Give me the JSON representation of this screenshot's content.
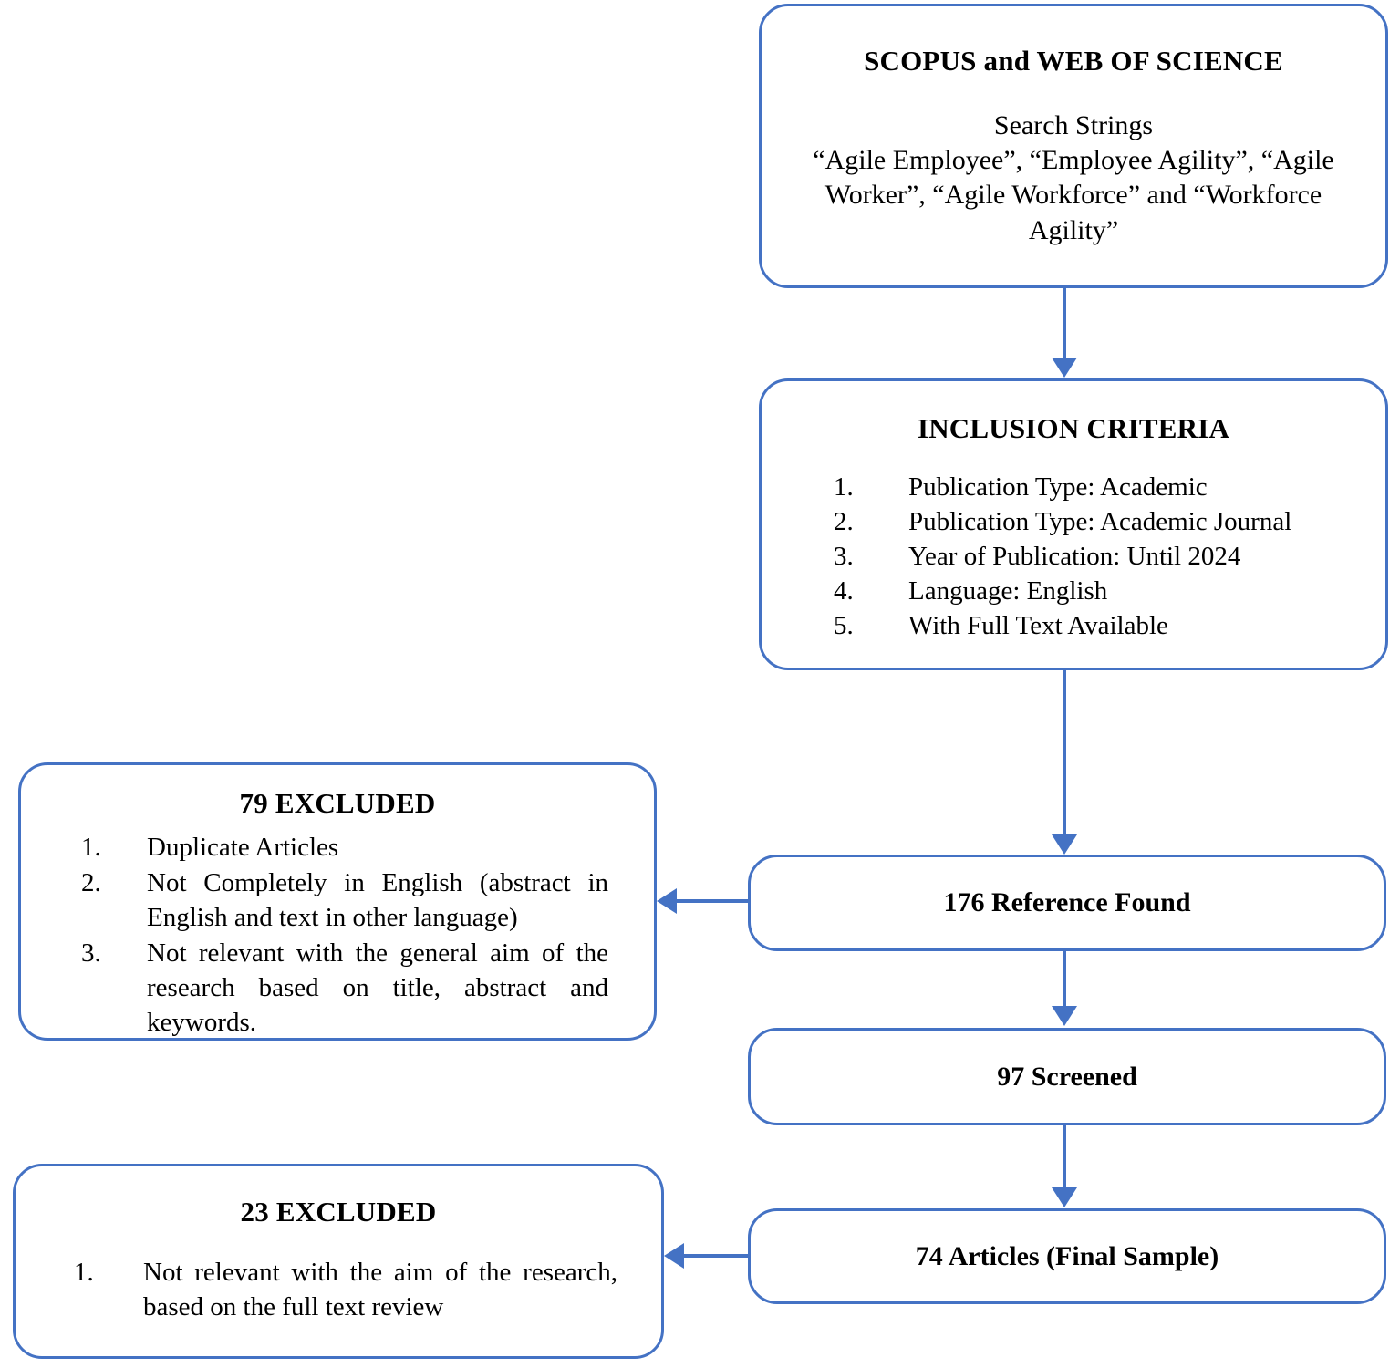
{
  "diagram": {
    "title": "PRISMA-style literature selection flowchart",
    "accent_color": "#4472C4",
    "text_color": "#000000",
    "background_color": "#FFFFFF"
  },
  "nodes": {
    "source": {
      "title": "SCOPUS and WEB OF SCIENCE",
      "strings_label": "Search Strings",
      "strings_value": "“Agile Employee”, “Employee Agility”, “Agile Worker”, “Agile Workforce” and “Workforce Agility”"
    },
    "inclusion": {
      "title": "INCLUSION CRITERIA",
      "items": [
        {
          "num": "1.",
          "text": "Publication Type: Academic"
        },
        {
          "num": "2.",
          "text": "Publication Type: Academic Journal"
        },
        {
          "num": "3.",
          "text": "Year of Publication: Until 2024"
        },
        {
          "num": "4.",
          "text": "Language: English"
        },
        {
          "num": "5.",
          "text": "With Full Text Available"
        }
      ]
    },
    "excluded_79": {
      "title": "79  EXCLUDED",
      "count": 79,
      "items": [
        {
          "num": "1.",
          "text": "Duplicate Articles"
        },
        {
          "num": "2.",
          "text": "Not Completely in English (abstract in English and text in other language)"
        },
        {
          "num": "3.",
          "text": "Not relevant with the general aim of the research based on title, abstract and keywords."
        }
      ]
    },
    "excluded_23": {
      "title": "23 EXCLUDED",
      "count": 23,
      "items": [
        {
          "num": "1.",
          "text": "Not relevant with the aim of the research, based on the full text review"
        }
      ]
    },
    "reference_found": {
      "label": "176 Reference Found",
      "count": 176
    },
    "screened": {
      "label": "97 Screened",
      "count": 97
    },
    "final_sample": {
      "label": "74 Articles (Final Sample)",
      "count": 74
    }
  },
  "edges": [
    {
      "from": "source",
      "to": "inclusion",
      "direction": "down"
    },
    {
      "from": "inclusion",
      "to": "reference_found",
      "direction": "down"
    },
    {
      "from": "reference_found",
      "to": "excluded_79",
      "direction": "left"
    },
    {
      "from": "reference_found",
      "to": "screened",
      "direction": "down"
    },
    {
      "from": "screened",
      "to": "final_sample",
      "direction": "down"
    },
    {
      "from": "final_sample",
      "to": "excluded_23",
      "direction": "left"
    }
  ]
}
